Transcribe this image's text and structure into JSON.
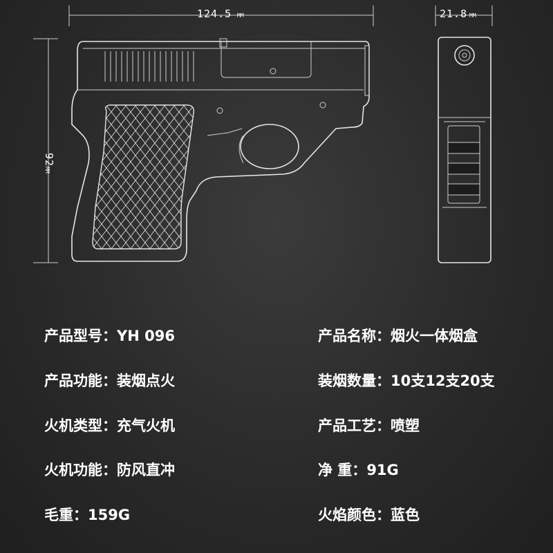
{
  "dimensions": {
    "length": "124.5",
    "length_unit": "MM",
    "width": "21.8",
    "width_unit": "MM",
    "height": "92",
    "height_unit": "MM"
  },
  "specs": {
    "left": [
      {
        "label": "产品型号：",
        "value": "YH 096"
      },
      {
        "label": "产品功能：",
        "value": "装烟点火"
      },
      {
        "label": "火机类型：",
        "value": "充气火机"
      },
      {
        "label": "火机功能：",
        "value": "防风直冲"
      },
      {
        "label": "毛重：",
        "value": "159G"
      }
    ],
    "right": [
      {
        "label": "产品名称：",
        "value": "烟火一体烟盒"
      },
      {
        "label": "装烟数量：",
        "value": "10支12支20支"
      },
      {
        "label": "产品工艺：",
        "value": "喷塑"
      },
      {
        "label": "净 重：",
        "value": "91G"
      },
      {
        "label": "火焰颜色：",
        "value": "蓝色"
      }
    ]
  }
}
